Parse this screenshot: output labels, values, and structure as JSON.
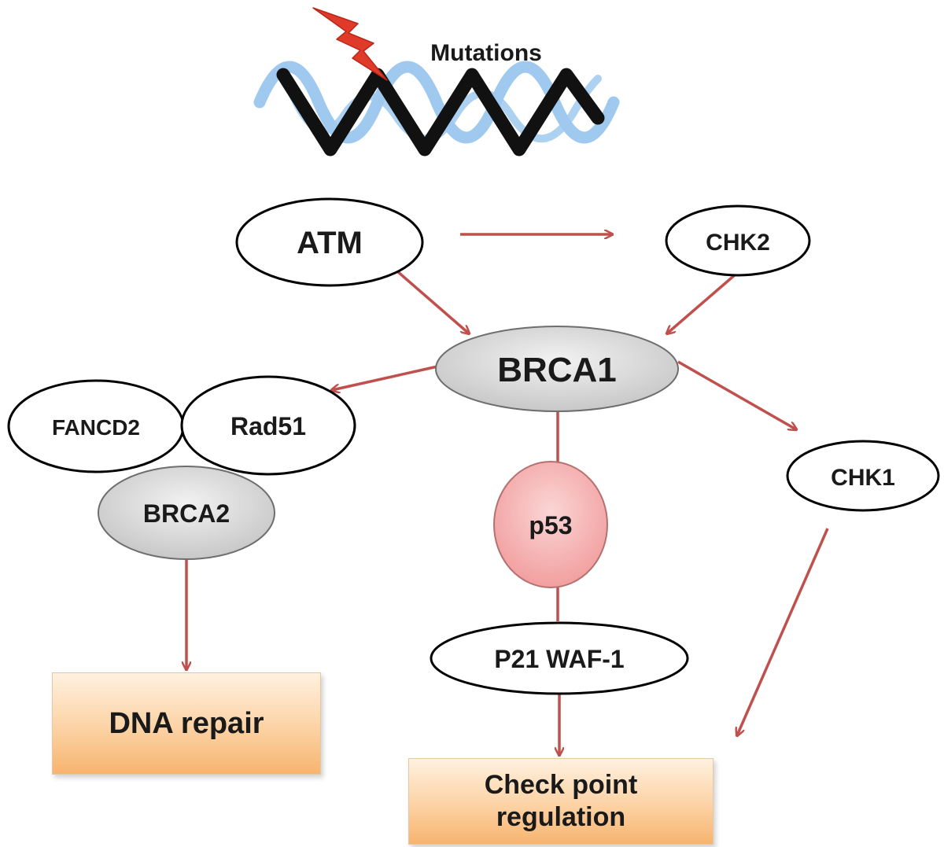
{
  "header": {
    "mutations_label": "Mutations"
  },
  "nodes": {
    "atm": "ATM",
    "chk2": "CHK2",
    "brca1": "BRCA1",
    "fancd2": "FANCD2",
    "rad51": "Rad51",
    "brca2": "BRCA2",
    "p53": "p53",
    "chk1": "CHK1",
    "p21": "P21 WAF-1"
  },
  "outcomes": {
    "dna_repair": "DNA repair",
    "checkpoint": "Check point regulation"
  },
  "colors": {
    "arrow": "#c0504d",
    "brca_fill": "#d9d9d9",
    "p53_fill": "#f4b3b3",
    "dna_strand_dark": "#111111",
    "dna_strand_light": "#9fc9ee",
    "lightning": "#e03a2a",
    "outcome_fill": "#fcd2a4"
  }
}
